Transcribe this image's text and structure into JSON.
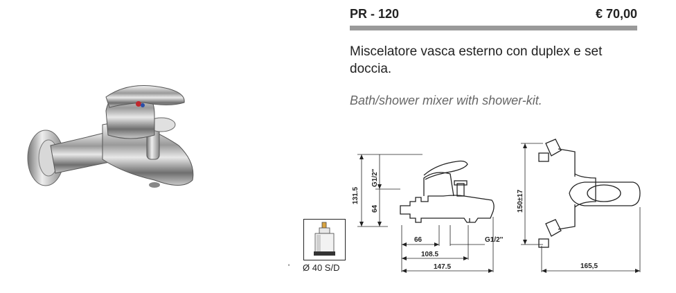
{
  "product": {
    "code": "PR - 120",
    "price": "€ 70,00",
    "description_it": "Miscelatore vasca esterno con duplex e set doccia.",
    "description_en": "Bath/shower mixer with shower-kit."
  },
  "cartridge": {
    "label": "Ø 40 S/D"
  },
  "drawing": {
    "dim_total_height": "131.5",
    "dim_thread_v": "G1/2\"",
    "dim_64": "64",
    "dim_66": "66",
    "dim_thread_h": "G1/2''",
    "dim_108": "108.5",
    "dim_147": "147.5",
    "dim_150": "150±17",
    "dim_165": "165,5"
  },
  "colors": {
    "rule": "#9a9a9a",
    "line": "#222222"
  }
}
